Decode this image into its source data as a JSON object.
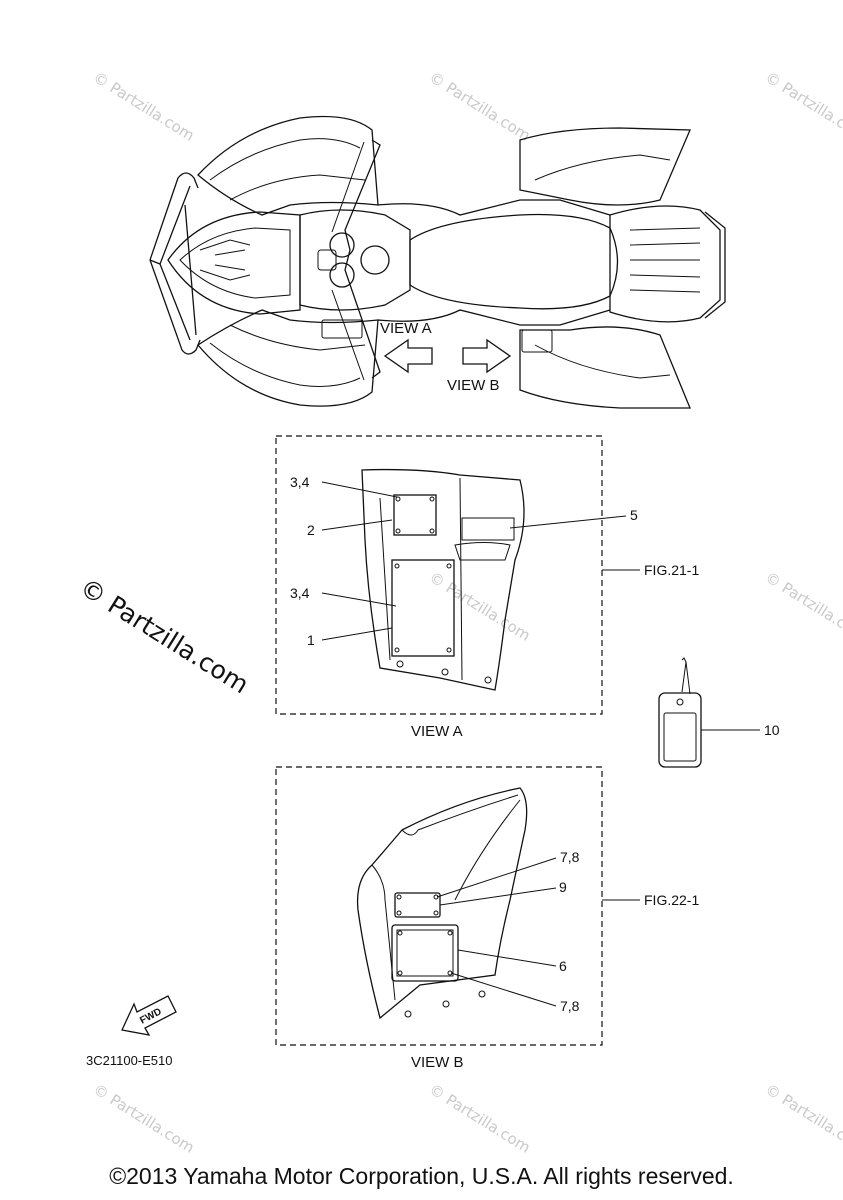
{
  "atv": {
    "view_a_label": "VIEW A",
    "view_b_label": "VIEW B"
  },
  "view_a": {
    "caption": "VIEW A",
    "fig_ref": "FIG.21-1",
    "callouts": [
      "3,4",
      "2",
      "5",
      "3,4",
      "1"
    ]
  },
  "view_b": {
    "caption": "VIEW B",
    "fig_ref": "FIG.22-1",
    "callouts": [
      "7,8",
      "9",
      "6",
      "7,8"
    ]
  },
  "tag_part": {
    "callout": "10"
  },
  "fwd_arrow": {
    "label": "FWD"
  },
  "drawing_code": "3C21100-E510",
  "watermark": {
    "text": "Partzilla.com",
    "large_text": "© Partzilla.com"
  },
  "copyright": "©2013 Yamaha Motor Corporation, U.S.A. All rights reserved."
}
